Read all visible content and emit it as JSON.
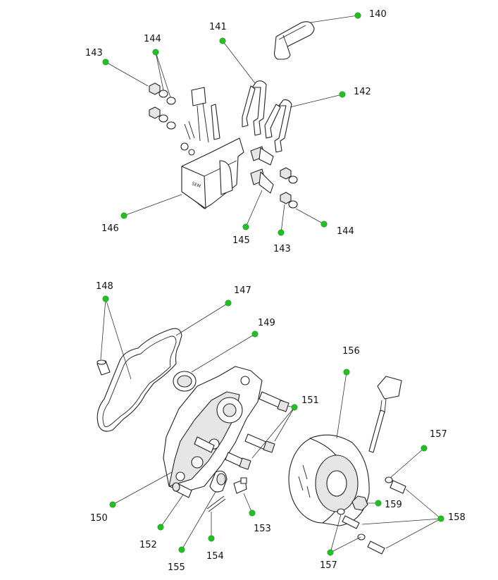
{
  "callouts": [
    {
      "id": "140",
      "label": "140"
    },
    {
      "id": "141",
      "label": "141"
    },
    {
      "id": "142",
      "label": "142"
    },
    {
      "id": "143",
      "label": "143"
    },
    {
      "id": "144",
      "label": "144"
    },
    {
      "id": "146",
      "label": "146"
    },
    {
      "id": "145",
      "label": "145"
    },
    {
      "id": "143b",
      "label": "143"
    },
    {
      "id": "144b",
      "label": "144"
    },
    {
      "id": "148",
      "label": "148"
    },
    {
      "id": "147",
      "label": "147"
    },
    {
      "id": "149",
      "label": "149"
    },
    {
      "id": "156",
      "label": "156"
    },
    {
      "id": "151",
      "label": "151"
    },
    {
      "id": "157",
      "label": "157"
    },
    {
      "id": "150",
      "label": "150"
    },
    {
      "id": "159",
      "label": "159"
    },
    {
      "id": "158",
      "label": "158"
    },
    {
      "id": "153",
      "label": "153"
    },
    {
      "id": "152",
      "label": "152"
    },
    {
      "id": "154",
      "label": "154"
    },
    {
      "id": "155",
      "label": "155"
    },
    {
      "id": "157b",
      "label": "157"
    }
  ],
  "colors": {
    "callout_dot": "#22c022",
    "line": "#333333"
  }
}
